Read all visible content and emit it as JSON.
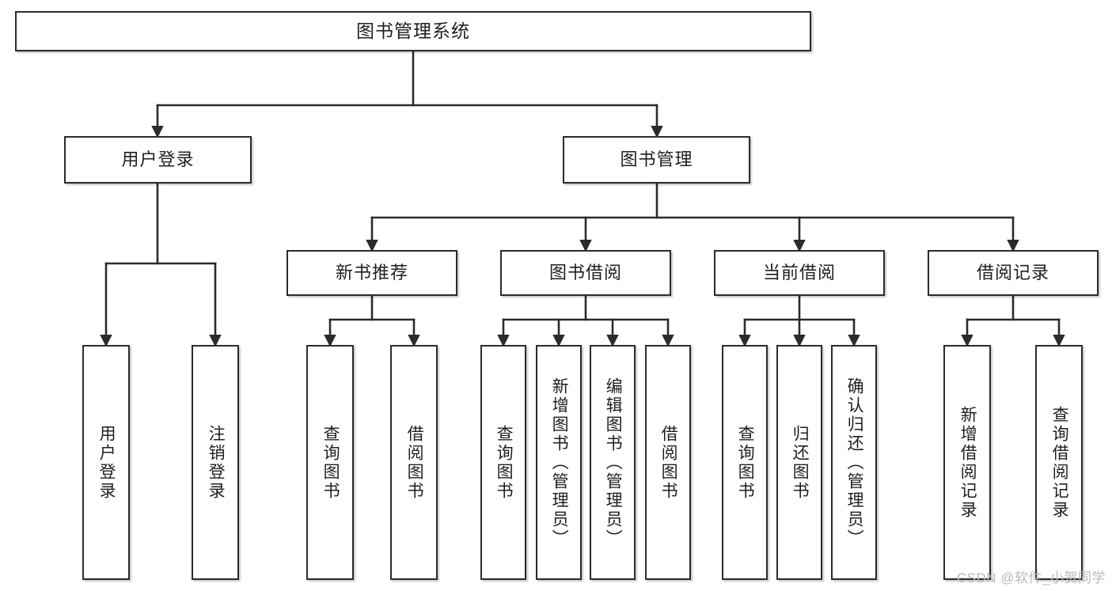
{
  "diagram": {
    "type": "tree",
    "title": "图书管理系统",
    "watermark": "CSDN @软件_小贺同学",
    "colors": {
      "stroke": "#2b2b2b",
      "fill": "#ffffff",
      "text": "#1f1f1f",
      "watermark": "#b9b9b9"
    },
    "nodes": {
      "root": {
        "label": "图书管理系统",
        "level": 1,
        "orientation": "horizontal"
      },
      "l2": [
        {
          "label": "用户登录",
          "level": 2,
          "orientation": "horizontal"
        },
        {
          "label": "图书管理",
          "level": 2,
          "orientation": "horizontal"
        }
      ],
      "l3": [
        {
          "label": "新书推荐",
          "level": 3,
          "orientation": "horizontal"
        },
        {
          "label": "图书借阅",
          "level": 3,
          "orientation": "horizontal"
        },
        {
          "label": "当前借阅",
          "level": 3,
          "orientation": "horizontal"
        },
        {
          "label": "借阅记录",
          "level": 3,
          "orientation": "horizontal"
        }
      ],
      "leaves": {
        "user_login": [
          {
            "label": "用户登录",
            "orientation": "vertical"
          },
          {
            "label": "注销登录",
            "orientation": "vertical"
          }
        ],
        "new_book_recommend": [
          {
            "label": "查询图书",
            "orientation": "vertical"
          },
          {
            "label": "借阅图书",
            "orientation": "vertical"
          }
        ],
        "book_borrow": [
          {
            "label": "查询图书",
            "orientation": "vertical"
          },
          {
            "label": "新增图书（管理员）",
            "orientation": "vertical"
          },
          {
            "label": "编辑图书（管理员）",
            "orientation": "vertical"
          },
          {
            "label": "借阅图书",
            "orientation": "vertical"
          }
        ],
        "current_borrow": [
          {
            "label": "查询图书",
            "orientation": "vertical"
          },
          {
            "label": "归还图书",
            "orientation": "vertical"
          },
          {
            "label": "确认归还（管理员）",
            "orientation": "vertical"
          }
        ],
        "borrow_record": [
          {
            "label": "新增借阅记录",
            "orientation": "vertical"
          },
          {
            "label": "查询借阅记录",
            "orientation": "vertical"
          }
        ]
      }
    },
    "edges": [
      {
        "from": "图书管理系统",
        "to": "用户登录"
      },
      {
        "from": "图书管理系统",
        "to": "图书管理"
      },
      {
        "from": "用户登录",
        "to": "用户登录"
      },
      {
        "from": "用户登录",
        "to": "注销登录"
      },
      {
        "from": "图书管理",
        "to": "新书推荐"
      },
      {
        "from": "图书管理",
        "to": "图书借阅"
      },
      {
        "from": "图书管理",
        "to": "当前借阅"
      },
      {
        "from": "图书管理",
        "to": "借阅记录"
      },
      {
        "from": "新书推荐",
        "to": "查询图书"
      },
      {
        "from": "新书推荐",
        "to": "借阅图书"
      },
      {
        "from": "图书借阅",
        "to": "查询图书"
      },
      {
        "from": "图书借阅",
        "to": "新增图书（管理员）"
      },
      {
        "from": "图书借阅",
        "to": "编辑图书（管理员）"
      },
      {
        "from": "图书借阅",
        "to": "借阅图书"
      },
      {
        "from": "当前借阅",
        "to": "查询图书"
      },
      {
        "from": "当前借阅",
        "to": "归还图书"
      },
      {
        "from": "当前借阅",
        "to": "确认归还（管理员）"
      },
      {
        "from": "借阅记录",
        "to": "新增借阅记录"
      },
      {
        "from": "借阅记录",
        "to": "查询借阅记录"
      }
    ]
  }
}
